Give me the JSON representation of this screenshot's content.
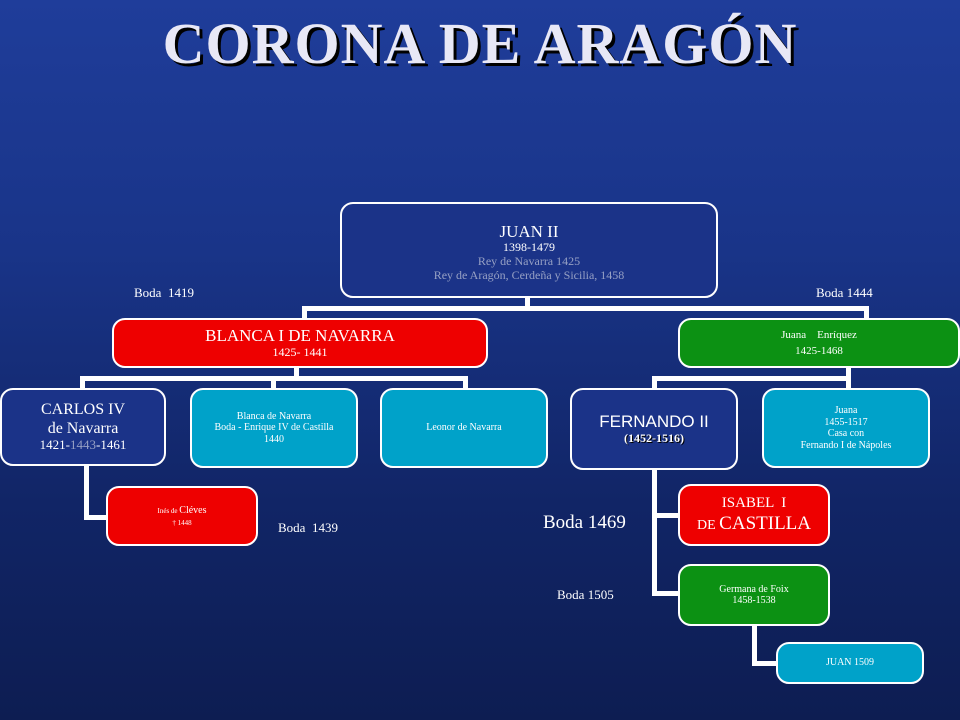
{
  "title": "CORONA DE ARAGÓN",
  "root": {
    "name": "JUAN II",
    "years": "1398-1479",
    "line1": "Rey de Navarra  1425",
    "line2": "Rey de Aragón,  Cerdeña y Sicilia,  1458"
  },
  "blanca": {
    "name": "BLANCA I DE NAVARRA",
    "years": "1425- 1441"
  },
  "juana_enriquez": {
    "name": "Juana    Enríquez",
    "years": "1425-1468"
  },
  "carlos": {
    "name1": "CARLOS IV",
    "name2": "de Navarra",
    "years_a": "1421-",
    "years_b": "1443",
    "years_c": "-1461"
  },
  "blanca_navarra": {
    "name": "Blanca de Navarra",
    "line": "Boda  - Enrique IV de Castilla",
    "year": "1440"
  },
  "leonor": {
    "name": "Leonor de Navarra"
  },
  "ines": {
    "prefix": "Inés de ",
    "name": "Cléves",
    "death": "† 1448"
  },
  "fernando": {
    "name": "FERNANDO II",
    "years": "(1452-1516)"
  },
  "juana": {
    "name": "Juana",
    "years": "1455-1517",
    "line": "Casa con",
    "spouse": "Fernando I de Nápoles"
  },
  "isabel": {
    "name": "ISABEL  I",
    "prefix": "DE ",
    "name2": "CASTILLA"
  },
  "germana": {
    "name": "Germana de Foix",
    "years": "1458-1538"
  },
  "juan1509": {
    "name": "JUAN 1509"
  },
  "labels": {
    "boda1419": "Boda  1419",
    "boda1444": "Boda 1444",
    "boda1439": "Boda  1439",
    "boda1469": "Boda 1469",
    "boda1505": "Boda 1505"
  },
  "colors": {
    "background": "#1b3388",
    "red": "#ee0000",
    "green": "#0c9113",
    "cyan": "#00a2c9",
    "connector": "#ffffff"
  }
}
